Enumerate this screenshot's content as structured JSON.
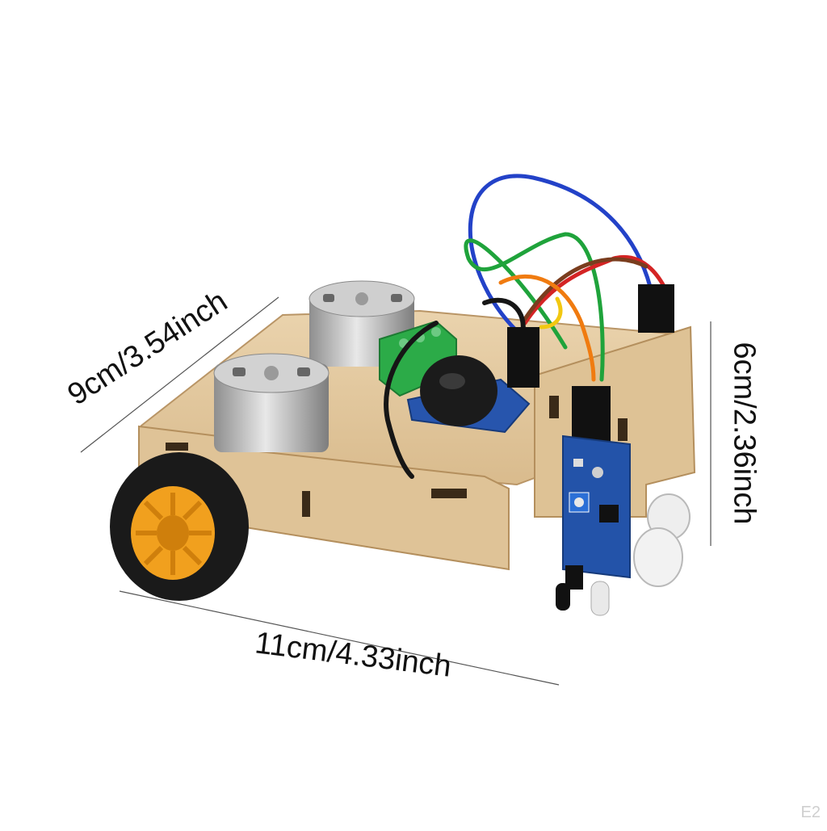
{
  "dimensions": {
    "depth_label": "9cm/3.54inch",
    "length_label": "11cm/4.33inch",
    "height_label": "6cm/2.36inch"
  },
  "watermark": "E2",
  "colors": {
    "plywood": "#e2c9a0",
    "plywood_edge": "#c7a678",
    "motor_silver": "#b9b9b9",
    "pcb_blue": "#1f4fa8",
    "terminal_green": "#27a844",
    "tire_black": "#1a1a1a",
    "hub_orange": "#f0a21e"
  }
}
